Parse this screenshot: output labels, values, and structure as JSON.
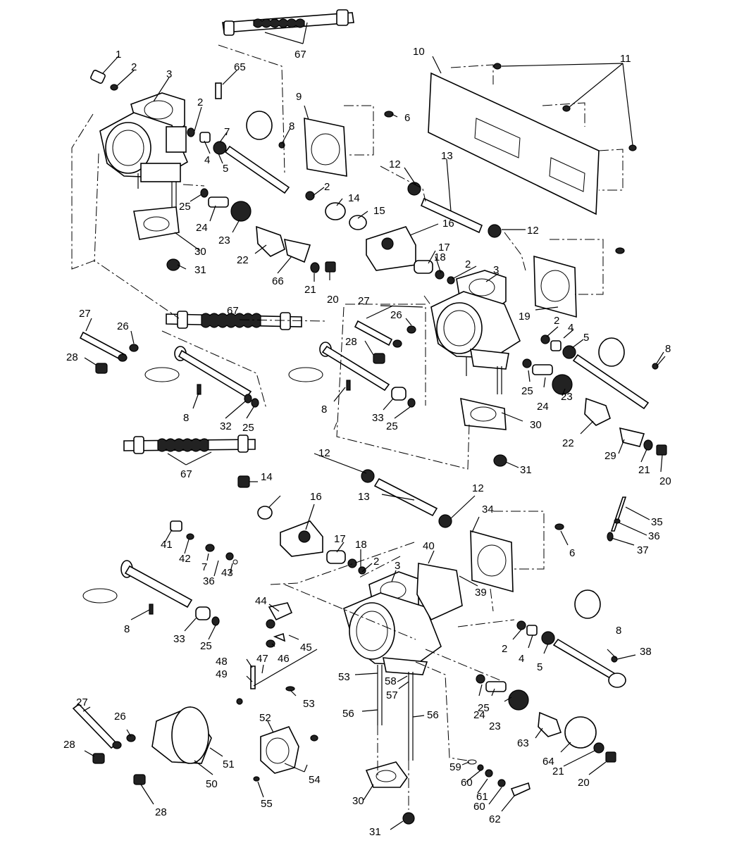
{
  "callouts": [
    "1",
    "2",
    "3",
    "65",
    "67",
    "10",
    "11",
    "2",
    "7",
    "8",
    "9",
    "6",
    "4",
    "5",
    "2",
    "12",
    "13",
    "25",
    "14",
    "15",
    "24",
    "23",
    "16",
    "12",
    "30",
    "17",
    "18",
    "22",
    "66",
    "21",
    "20",
    "2",
    "3",
    "31",
    "27",
    "67",
    "27",
    "26",
    "26",
    "19",
    "2",
    "4",
    "5",
    "28",
    "28",
    "8",
    "8",
    "25",
    "24",
    "23",
    "8",
    "32",
    "25",
    "33",
    "25",
    "30",
    "22",
    "12",
    "29",
    "21",
    "67",
    "31",
    "20",
    "14",
    "12",
    "16",
    "13",
    "34",
    "41",
    "42",
    "40",
    "6",
    "17",
    "18",
    "2",
    "3",
    "7",
    "36",
    "43",
    "35",
    "36",
    "37",
    "39",
    "8",
    "44",
    "33",
    "25",
    "45",
    "46",
    "48",
    "47",
    "2",
    "4",
    "5",
    "8",
    "38",
    "49",
    "53",
    "58",
    "53",
    "57",
    "25",
    "24",
    "23",
    "27",
    "56",
    "56",
    "52",
    "26",
    "63",
    "64",
    "28",
    "51",
    "21",
    "20",
    "59",
    "50",
    "54",
    "60",
    "61",
    "60",
    "55",
    "30",
    "28",
    "62",
    "31"
  ]
}
